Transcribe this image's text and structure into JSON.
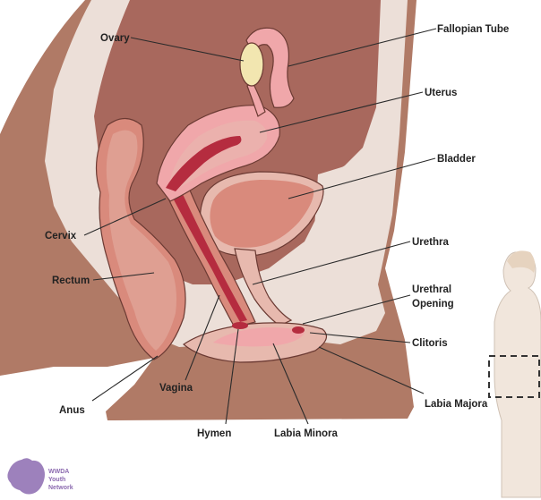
{
  "colors": {
    "body_outer": "#b07a66",
    "body_inner": "#ecdfd8",
    "cavity": "#a8685d",
    "organ_light": "#e7b9ae",
    "organ_mid": "#d98a7c",
    "uterus_pink": "#f0a7aa",
    "uterus_dark": "#b52c3f",
    "ovary": "#f2e6b0",
    "silhouette": "#f1e6dc",
    "silhouette_hair": "#e6d3bf",
    "logo_purple": "#8c6bb0"
  },
  "labels": {
    "ovary": "Ovary",
    "fallopian_tube": "Fallopian Tube",
    "uterus": "Uterus",
    "bladder": "Bladder",
    "cervix": "Cervix",
    "rectum": "Rectum",
    "urethra": "Urethra",
    "urethral_opening_line1": "Urethral",
    "urethral_opening_line2": "Opening",
    "clitoris": "Clitoris",
    "vagina": "Vagina",
    "anus": "Anus",
    "hymen": "Hymen",
    "labia_minora": "Labia Minora",
    "labia_majora": "Labia Majora"
  },
  "logo": {
    "line1": "WWDA",
    "line2": "Youth",
    "line3": "Network",
    "icon": "australia-map-icon"
  },
  "inset": {
    "icon": "female-silhouette-icon",
    "highlight": "pelvic-region-dashed-box"
  }
}
